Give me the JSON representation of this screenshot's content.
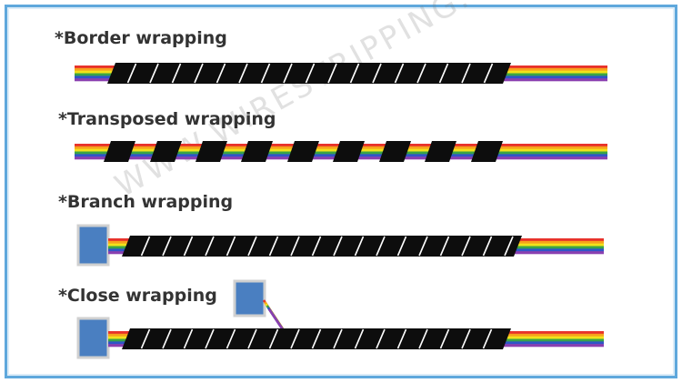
{
  "labels": {
    "border": "*Border wrapping",
    "transposed": "*Transposed wrapping",
    "branch": "*Branch wrapping",
    "close": "*Close wrapping"
  },
  "watermark": "WWW.WIRESTRIPPING.COM",
  "colors": {
    "frame": "#5fa8dc",
    "wrap": "#0d0d0d",
    "connector": "#4a7fc1",
    "wires": [
      "#e8322b",
      "#f7a21b",
      "#f2e21a",
      "#3aa447",
      "#2f55c8",
      "#8a3fb0"
    ]
  }
}
